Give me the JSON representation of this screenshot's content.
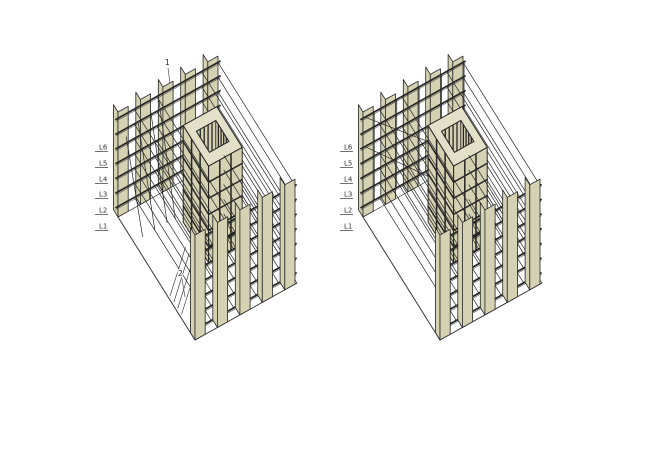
{
  "left_diagram": {
    "level_labels": [
      "L6",
      "L5",
      "L4",
      "L3",
      "L2",
      "L1"
    ],
    "callouts": [
      "1",
      "2"
    ]
  },
  "right_diagram": {
    "level_labels": [
      "L6",
      "L5",
      "L4",
      "L3",
      "L2",
      "L1"
    ]
  },
  "colors": {
    "panel": "#d5d1b3",
    "panel_top": "#e3e0ca",
    "line": "#262626",
    "opening": "#161616",
    "background": "#ffffff"
  }
}
